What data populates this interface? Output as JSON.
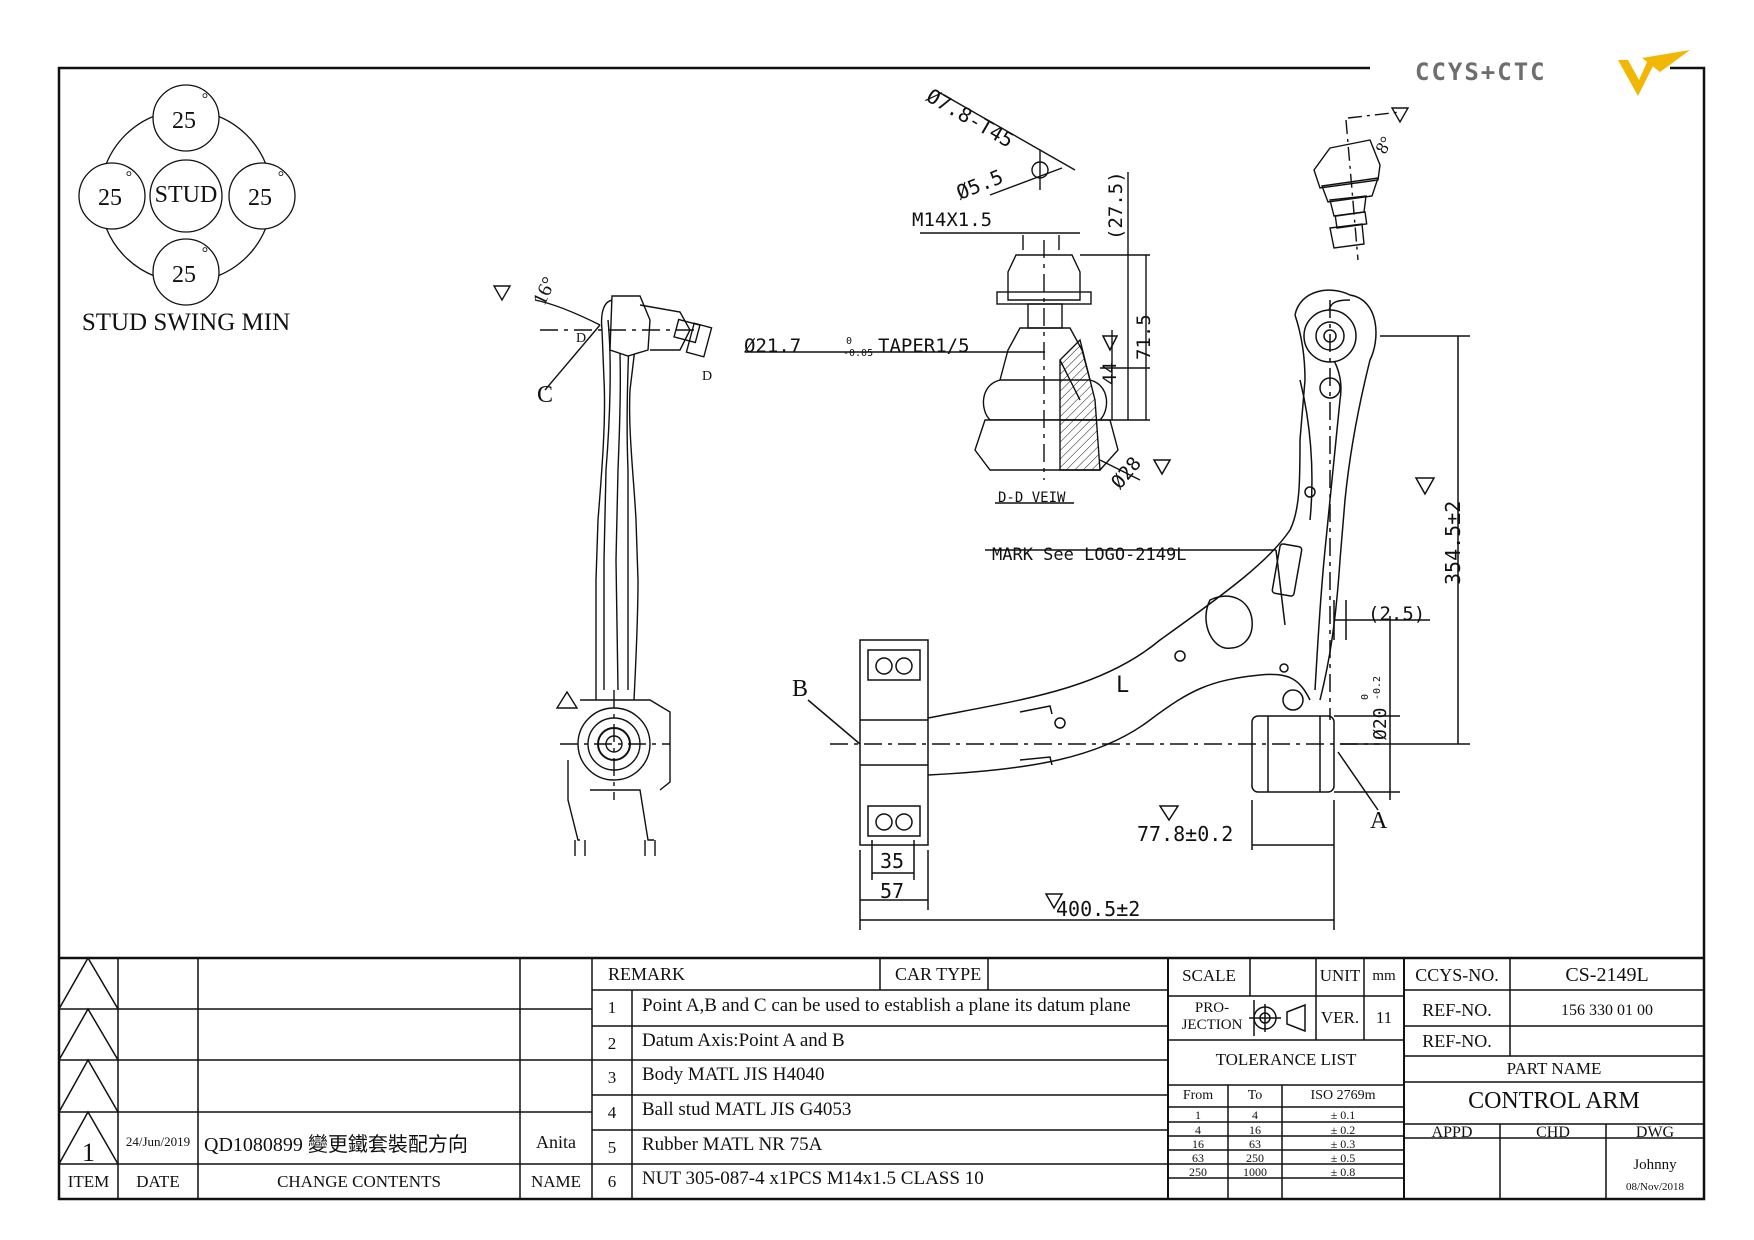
{
  "logo_text": "CCYS+CTC",
  "stud_swing": {
    "center_label": "STUD",
    "top": "25",
    "left": "25",
    "right": "25",
    "bottom": "25",
    "degree": "°",
    "caption": "STUD SWING MIN"
  },
  "side_view": {
    "angle": "16°",
    "label_c": "C",
    "label_d1": "D",
    "label_d2": "D"
  },
  "section_view": {
    "dim_hex": "Ø7.8-T45",
    "dim_pin": "Ø5.5",
    "dim_thread": "M14X1.5",
    "dim_275": "(27.5)",
    "dim_taper_dia": "Ø21.7",
    "dim_taper_tol_upper": "0",
    "dim_taper_tol_lower": "-0.05",
    "dim_taper": "TAPER1/5",
    "dim_715": "71.5",
    "dim_44": "44",
    "dim_28": "Ø28",
    "caption": "D-D VEIW"
  },
  "ball_stud": {
    "angle": "8°"
  },
  "main_view": {
    "mark_note": "MARK See LOGO-2149L",
    "dim_25": "(2.5)",
    "dim_3545": "354.5±2",
    "dim_20": "Ø20",
    "dim_20_tol_upper": "0",
    "dim_20_tol_lower": "-0.2",
    "dim_778": "77.8±0.2",
    "dim_4005": "400.5±2",
    "dim_35": "35",
    "dim_57": "57",
    "label_a": "A",
    "label_b": "B",
    "label_l": "L"
  },
  "revisions": {
    "rows": [
      {
        "item": "",
        "date": "",
        "contents": "",
        "name": ""
      },
      {
        "item": "",
        "date": "",
        "contents": "",
        "name": ""
      },
      {
        "item": "",
        "date": "",
        "contents": "",
        "name": ""
      },
      {
        "item": "1",
        "date": "24/Jun/2019",
        "contents": "QD1080899 變更鐵套裝配方向",
        "name": "Anita"
      }
    ],
    "headers": {
      "item": "ITEM",
      "date": "DATE",
      "contents": "CHANGE CONTENTS",
      "name": "NAME"
    }
  },
  "remarks": {
    "header": "REMARK",
    "car_type_label": "CAR TYPE",
    "car_type_value": "",
    "items": [
      {
        "no": "1",
        "text": "Point A,B and C can be used to establish a plane its datum plane"
      },
      {
        "no": "2",
        "text": "Datum Axis:Point A and B"
      },
      {
        "no": "3",
        "text": "Body MATL JIS H4040"
      },
      {
        "no": "4",
        "text": "Ball stud MATL JIS G4053"
      },
      {
        "no": "5",
        "text": "Rubber MATL NR 75A"
      },
      {
        "no": "6",
        "text": "NUT 305-087-4 x1PCS  M14x1.5  CLASS 10"
      }
    ]
  },
  "info": {
    "scale_label": "SCALE",
    "scale_value": "",
    "unit_label": "UNIT",
    "unit_value": "mm",
    "projection_label": "PRO-\nJECTION",
    "ver_label": "VER.",
    "ver_value": "11",
    "tolerance_title": "TOLERANCE LIST",
    "tol_headers": {
      "from": "From",
      "to": "To",
      "std": "ISO 2769m"
    },
    "tolerances": [
      {
        "from": "1",
        "to": "4",
        "tol": "± 0.1"
      },
      {
        "from": "4",
        "to": "16",
        "tol": "± 0.2"
      },
      {
        "from": "16",
        "to": "63",
        "tol": "± 0.3"
      },
      {
        "from": "63",
        "to": "250",
        "tol": "± 0.5"
      },
      {
        "from": "250",
        "to": "1000",
        "tol": "± 0.8"
      }
    ],
    "ccys_no_label": "CCYS-NO.",
    "ccys_no_value": "CS-2149L",
    "ref_no_label": "REF-NO.",
    "ref_no_value": "156 330 01 00",
    "ref_no2_label": "REF-NO.",
    "ref_no2_value": "",
    "part_name_label": "PART NAME",
    "part_name_value": "CONTROL ARM",
    "appd_label": "APPD",
    "chd_label": "CHD",
    "dwg_label": "DWG",
    "dwg_name": "Johnny",
    "dwg_date": "08/Nov/2018"
  },
  "colors": {
    "logo_yellow": "#f2b705",
    "logo_grey": "#6e6e6e",
    "ink": "#111111"
  }
}
